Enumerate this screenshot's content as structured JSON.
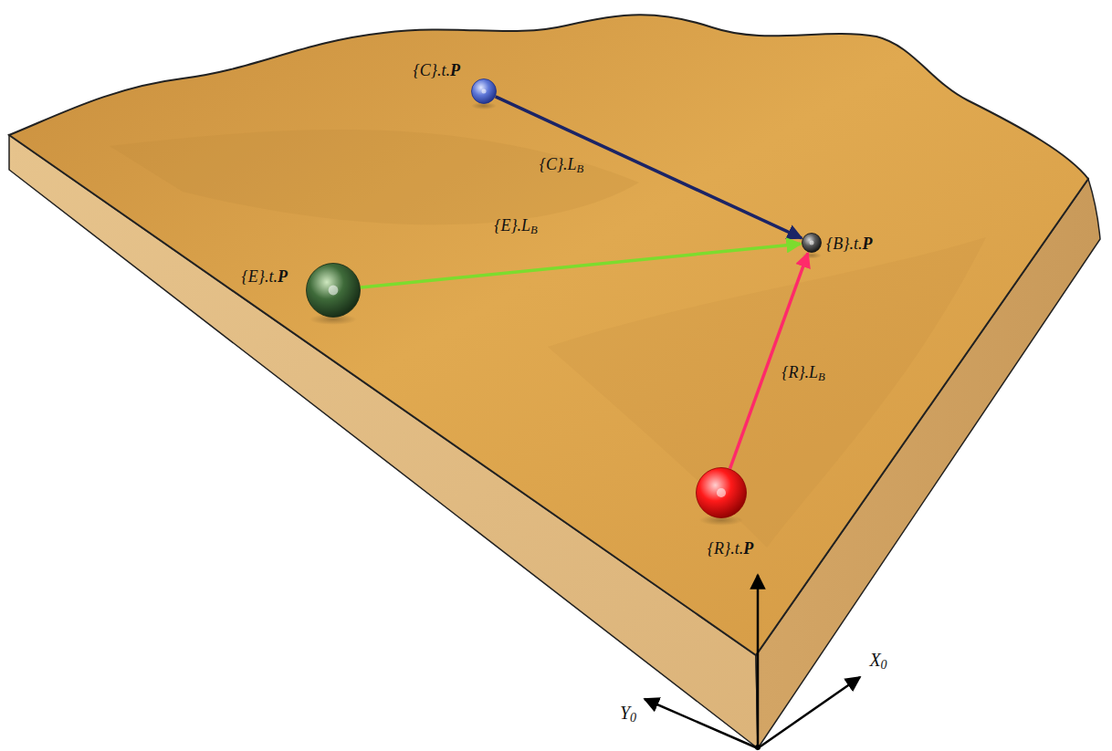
{
  "diagram": {
    "nodes": [
      {
        "text": [
          "{C}.t.P"
        ]
      },
      {
        "text": [
          "{B}.t.P"
        ]
      },
      {
        "text": [
          "{E}.t.P"
        ]
      },
      {
        "text": [
          "{R}.t.P"
        ]
      }
    ],
    "edges": [
      {
        "from": 0,
        "to": 1,
        "label": "{C}.LB",
        "arrow": "to"
      },
      {
        "from": 2,
        "to": 1,
        "label": "{E}.LB",
        "arrow": "to"
      },
      {
        "from": 3,
        "to": 1,
        "label": "{R}.LB",
        "arrow": "to"
      }
    ],
    "labels": [
      "X0",
      "Y0"
    ]
  }
}
